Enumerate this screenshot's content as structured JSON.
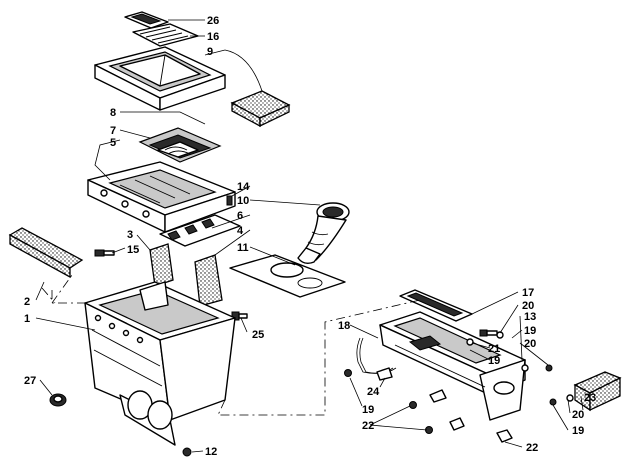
{
  "callouts": {
    "c26": "26",
    "c16": "16",
    "c9": "9",
    "c8": "8",
    "c7": "7",
    "c5": "5",
    "c14": "14",
    "c10": "10",
    "c6": "6",
    "c3": "3",
    "c4": "4",
    "c15": "15",
    "c11": "11",
    "c2": "2",
    "c1": "1",
    "c25": "25",
    "c27": "27",
    "c12": "12",
    "c17": "17",
    "c20a": "20",
    "c18": "18",
    "c13": "13",
    "c19a": "19",
    "c21": "21",
    "c20b": "20",
    "c19b": "19",
    "c24": "24",
    "c19c": "19",
    "c22a": "22",
    "c23": "23",
    "c20c": "20",
    "c19d": "19",
    "c22b": "22"
  }
}
